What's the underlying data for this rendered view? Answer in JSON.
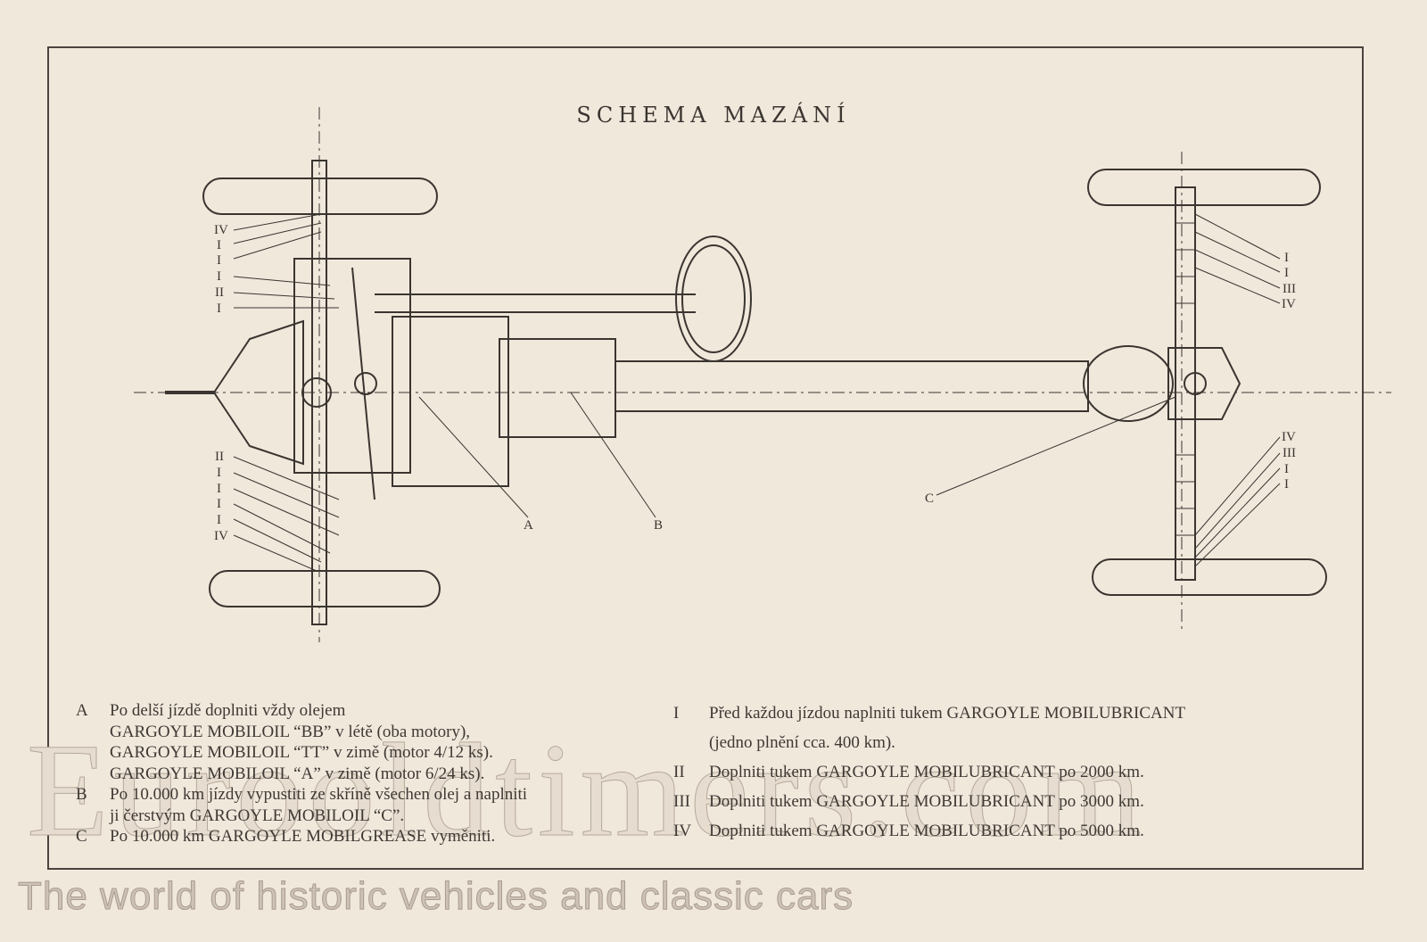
{
  "title": "SCHEMA MAZÁNÍ",
  "diagram_labels": {
    "front_top": [
      "IV",
      "I",
      "I",
      "I",
      "II",
      "I"
    ],
    "front_bottom": [
      "II",
      "I",
      "I",
      "I",
      "I",
      "IV"
    ],
    "rear_top": [
      "I",
      "I",
      "III",
      "IV"
    ],
    "rear_bottom": [
      "IV",
      "III",
      "I",
      "I"
    ],
    "points": [
      "A",
      "B",
      "C"
    ]
  },
  "legend_left": [
    {
      "key": "A",
      "text": "Po delší jízdě doplniti vždy olejem"
    },
    {
      "key": "",
      "text": "GARGOYLE MOBILOIL “BB” v létě (oba motory),"
    },
    {
      "key": "",
      "text": "GARGOYLE MOBILOIL “TT” v zimě (motor 4/12 ks)."
    },
    {
      "key": "",
      "text": "GARGOYLE MOBILOIL “A” v zimě (motor 6/24 ks)."
    },
    {
      "key": "B",
      "text": "Po 10.000 km jízdy vypustiti ze skříně všechen olej a naplniti"
    },
    {
      "key": "",
      "text": "ji čerstvým GARGOYLE MOBILOIL “C”."
    },
    {
      "key": "C",
      "text": "Po 10.000 km GARGOYLE MOBILGREASE vyměniti."
    }
  ],
  "legend_right": [
    {
      "key": "I",
      "text": "Před každou jízdou naplniti tukem GARGOYLE MOBILUBRICANT"
    },
    {
      "key": "",
      "text": "(jedno plnění cca. 400 km)."
    },
    {
      "key": "II",
      "text": "Doplniti tukem GARGOYLE MOBILUBRICANT po 2000 km."
    },
    {
      "key": "III",
      "text": "Doplniti tukem GARGOYLE MOBILUBRICANT po 3000 km."
    },
    {
      "key": "IV",
      "text": "Doplniti tukem GARGOYLE MOBILUBRICANT po 5000 km."
    }
  ],
  "watermark": {
    "site": "Eurooldtimers.com",
    "tagline": "The world of historic vehicles and classic cars"
  }
}
